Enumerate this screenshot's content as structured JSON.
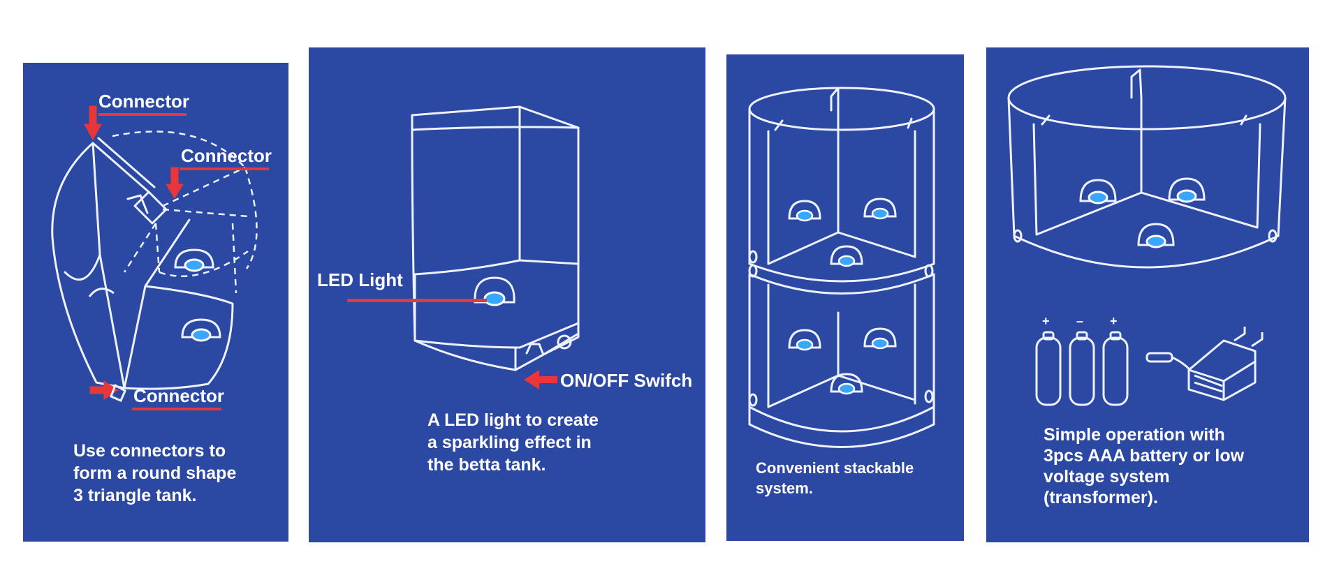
{
  "colors": {
    "panel_blue": "#2b48a3",
    "line_white": "#eef2ff",
    "accent_red": "#e8373a",
    "led_blue": "#39a7ff"
  },
  "panels": [
    {
      "labels": {
        "connector_1": "Connector",
        "connector_2": "Connector",
        "connector_3": "Connector"
      },
      "caption": "Use connectors to\nform a round shape\n3 triangle tank."
    },
    {
      "labels": {
        "led_light": "LED Light",
        "switch": "ON/OFF Swifch"
      },
      "caption": "A LED light to create\na sparkling effect in\nthe betta tank."
    },
    {
      "caption": "Convenient stackable\nsystem."
    },
    {
      "labels": {
        "plus_1": "+",
        "minus": "–",
        "plus_2": "+"
      },
      "caption": "Simple operation with\n3pcs AAA battery or low\nvoltage system\n(transformer)."
    }
  ]
}
